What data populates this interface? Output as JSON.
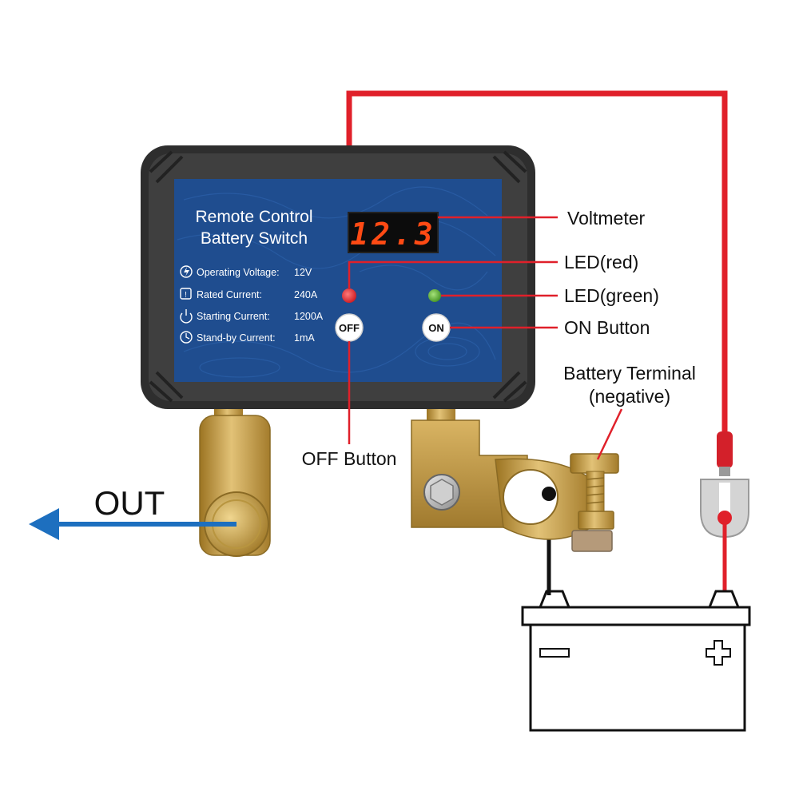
{
  "device": {
    "title_line1": "Remote  Control",
    "title_line2": "Battery Switch",
    "display_value": "12.3",
    "specs": [
      {
        "icon": "bolt-icon",
        "label": "Operating Voltage:",
        "value": "12V"
      },
      {
        "icon": "info-icon",
        "label": "Rated Current:",
        "value": "240A"
      },
      {
        "icon": "power-icon",
        "label": "Starting Current:",
        "value": "1200A"
      },
      {
        "icon": "clock-icon",
        "label": "Stand-by Current:",
        "value": "1mA"
      }
    ],
    "off_label": "OFF",
    "on_label": "ON"
  },
  "callouts": {
    "voltmeter": "Voltmeter",
    "led_red": "LED(red)",
    "led_green": "LED(green)",
    "on_button": "ON Button",
    "off_button": "OFF Button",
    "battery_terminal_line1": "Battery Terminal",
    "battery_terminal_line2": "(negative)",
    "out": "OUT"
  },
  "colors": {
    "panel_blue": "#1f4d8f",
    "housing": "#3a3a3a",
    "wire_red": "#e0202a",
    "arrow_blue": "#1d6fbf",
    "brass": "#c9a04a",
    "led_red": "#e8202a",
    "led_green": "#5ab82e"
  }
}
